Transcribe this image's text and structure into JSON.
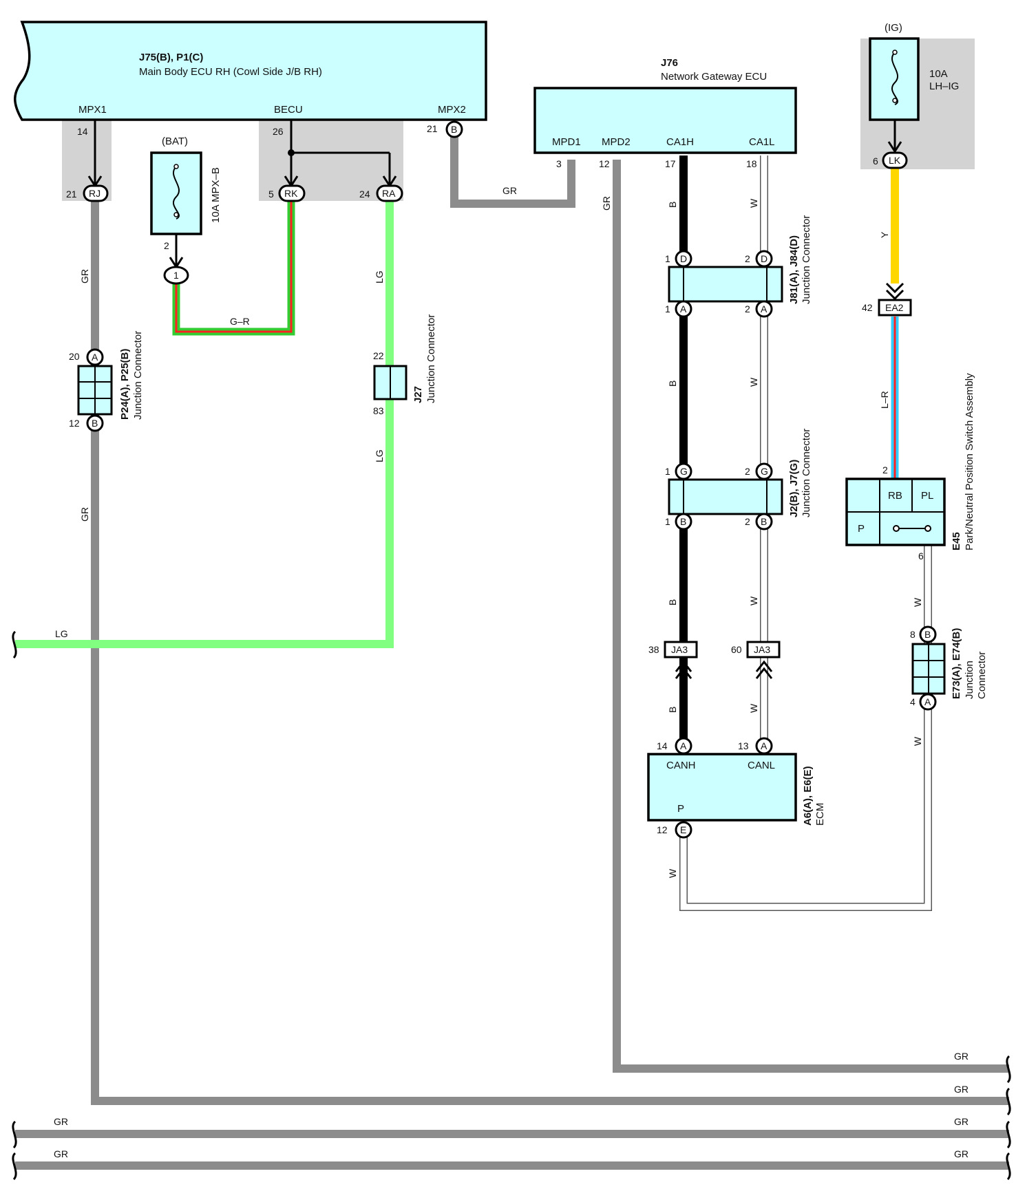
{
  "colors": {
    "component_fill": "#ccffff",
    "gray_box": "#d3d3d3",
    "wire_GR": "#8c8c8c",
    "wire_LG": "#80ff80",
    "wire_B": "#000000",
    "wire_W": "#ffffff",
    "wire_Y": "#ffd700",
    "wire_G": "#33cc33",
    "wire_R": "#ff2020",
    "wire_L": "#33ccff"
  },
  "main_body_ecu": {
    "code": "J75(B), P1(C)",
    "name": "Main Body ECU RH (Cowl Side J/B RH)",
    "pins": [
      "MPX1",
      "BECU",
      "MPX2"
    ],
    "pin_numbers": [
      "14",
      "26",
      "21"
    ],
    "mpx2_connector": "B"
  },
  "bat_fuse": {
    "source": "(BAT)",
    "label": "10A MPX–B",
    "out_pin": "2",
    "joint": "1"
  },
  "connectors_top": [
    {
      "pin": "21",
      "code": "RJ"
    },
    {
      "pin": "5",
      "code": "RK"
    },
    {
      "pin": "24",
      "code": "RA"
    }
  ],
  "gateway_ecu": {
    "code": "J76",
    "name": "Network Gateway ECU",
    "pins": [
      "MPD1",
      "MPD2",
      "CA1H",
      "CA1L"
    ],
    "pin_numbers": [
      "3",
      "12",
      "17",
      "18"
    ]
  },
  "ig_fuse": {
    "source": "(IG)",
    "amps": "10A",
    "name": "LH–IG",
    "pin": "6",
    "connector": "LK"
  },
  "p24_p25": {
    "code": "P24(A), P25(B)",
    "name": "Junction Connector",
    "pins": [
      "20",
      "12"
    ],
    "ids": [
      "A",
      "B"
    ]
  },
  "j27": {
    "code": "J27",
    "name": "Junction Connector",
    "pins": [
      "22",
      "83"
    ]
  },
  "j81_j84": {
    "code": "J81(A), J84(D)",
    "name": "Junction Connector",
    "top_pins": [
      "1",
      "2"
    ],
    "top_ids": [
      "D",
      "D"
    ],
    "bottom_pins": [
      "1",
      "2"
    ],
    "bottom_ids": [
      "A",
      "A"
    ]
  },
  "j2_j7": {
    "code": "J2(B), J7(G)",
    "name": "Junction Connector",
    "top_pins": [
      "1",
      "2"
    ],
    "top_ids": [
      "G",
      "G"
    ],
    "bottom_pins": [
      "1",
      "2"
    ],
    "bottom_ids": [
      "B",
      "B"
    ]
  },
  "ja3": [
    {
      "pin": "38",
      "code": "JA3"
    },
    {
      "pin": "60",
      "code": "JA3"
    }
  ],
  "ecm": {
    "code": "A6(A), E6(E)",
    "name": "ECM",
    "pins": [
      "CANH",
      "CANL",
      "P"
    ],
    "pin_numbers": [
      "14",
      "13",
      "12"
    ],
    "ids": [
      "A",
      "A",
      "E"
    ]
  },
  "ea2": {
    "pin": "42",
    "code": "EA2"
  },
  "e45": {
    "code": "E45",
    "name": "Park/Neutral Position Switch Assembly",
    "labels": [
      "RB",
      "PL",
      "P"
    ],
    "pins": [
      "2",
      "6"
    ]
  },
  "e73_e74": {
    "code": "E73(A), E74(B)",
    "name_line1": "Junction",
    "name_line2": "Connector",
    "pins": [
      "8",
      "4"
    ],
    "ids": [
      "B",
      "A"
    ]
  },
  "wire_colors": {
    "gr": "GR",
    "lg": "LG",
    "b": "B",
    "w": "W",
    "y": "Y",
    "gr_red": "G–R",
    "l_r": "L–R"
  }
}
